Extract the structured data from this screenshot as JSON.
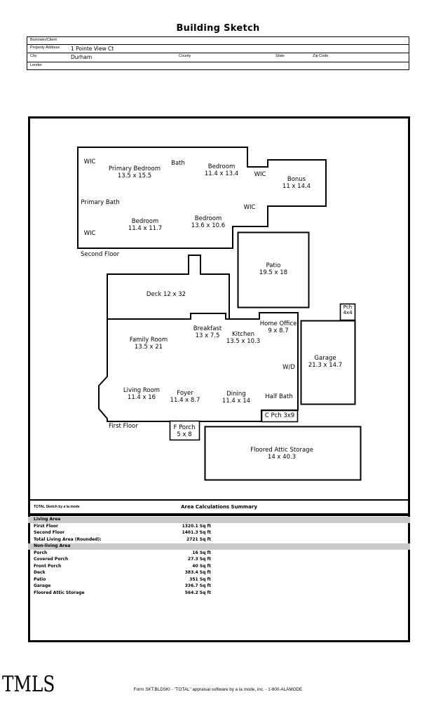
{
  "title": "Building Sketch",
  "form": {
    "borrower_label": "Borrower/Client",
    "property_label": "Property Address",
    "property_value": "1 Pointe View Ct",
    "city_label": "City",
    "city_value": "Durham",
    "county_label": "County",
    "state_label": "State",
    "zip_label": "Zip Code",
    "lender_label": "Lender"
  },
  "plan": {
    "second_floor_caption": "Second Floor",
    "first_floor_caption": "First Floor",
    "labels": {
      "wic": "WIC",
      "bath": "Bath",
      "primary_bath": "Primary Bath",
      "deck": "Deck 12 x 32",
      "washer_dryer": "W/D",
      "half_bath": "Half Bath",
      "covered_porch": "C Pch 3x9"
    },
    "rooms": [
      {
        "name": "Primary Bedroom",
        "dims": "13.5 x 15.5"
      },
      {
        "name": "Bedroom",
        "dims": "11.4 x 13.4"
      },
      {
        "name": "Bonus",
        "dims": "11 x 14.4"
      },
      {
        "name": "Bedroom",
        "dims": "11.4 x 11.7"
      },
      {
        "name": "Bedroom",
        "dims": "13.6 x 10.6"
      },
      {
        "name": "Patio",
        "dims": "19.5 x 18"
      },
      {
        "name": "Breakfast",
        "dims": "13 x 7.5"
      },
      {
        "name": "Kitchen",
        "dims": "13.5 x 10.3"
      },
      {
        "name": "Home Office",
        "dims": "9 x 8.7"
      },
      {
        "name": "Garage",
        "dims": "21.3 x 14.7"
      },
      {
        "name": "Living Room",
        "dims": "11.4 x 16"
      },
      {
        "name": "Foyer",
        "dims": "11.4 x 8.7"
      },
      {
        "name": "Dining",
        "dims": "11.4 x 14"
      },
      {
        "name": "F Porch",
        "dims": "5 x 8"
      },
      {
        "name": "Floored Attic Storage",
        "dims": "14 x 40.3"
      },
      {
        "name": "Pch",
        "dims": "4x4"
      }
    ]
  },
  "summary": {
    "brand": "TOTAL Sketch by a la mode",
    "title": "Area Calculations Summary",
    "living_header": "Living Area",
    "nonliving_header": "Non-living Area",
    "living_rows": [
      {
        "label": "First Floor",
        "value": "1320.1 Sq ft"
      },
      {
        "label": "Second Floor",
        "value": "1401.3 Sq ft"
      },
      {
        "label": "Total Living Area (Rounded):",
        "value": "2721 Sq ft"
      }
    ],
    "nonliving_rows": [
      {
        "label": "Porch",
        "value": "16 Sq ft"
      },
      {
        "label": "Covered Porch",
        "value": "27.3 Sq ft"
      },
      {
        "label": "Front Porch",
        "value": "40 Sq ft"
      },
      {
        "label": "Deck",
        "value": "383.4 Sq ft"
      },
      {
        "label": "Patio",
        "value": "351 Sq ft"
      },
      {
        "label": "Garage",
        "value": "336.7 Sq ft"
      },
      {
        "label": "Floored Attic Storage",
        "value": "564.2 Sq ft"
      }
    ]
  },
  "footer": {
    "logo": "TMLS",
    "line": "Form SKT.BLDSKI - \"TOTAL\" appraisal software by a la mode, inc. - 1-800-ALAMODE"
  }
}
